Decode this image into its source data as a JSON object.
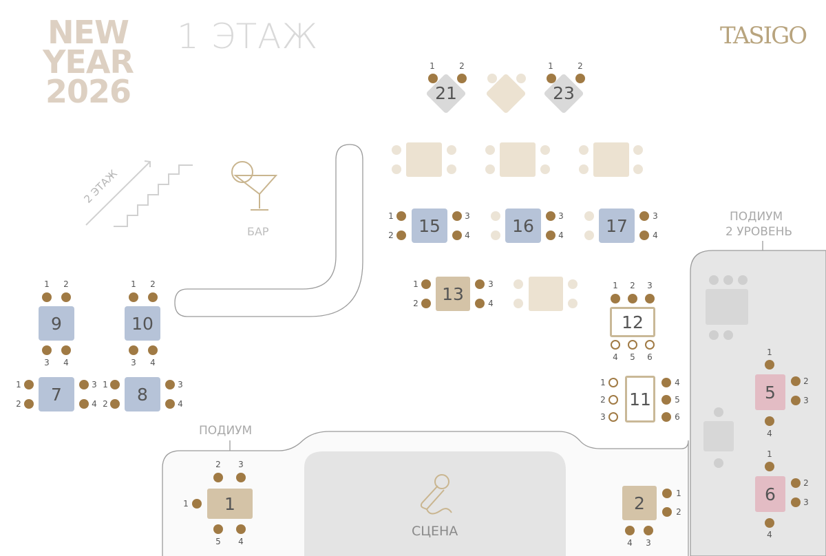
{
  "header": {
    "event_line1": "NEW",
    "event_line2": "YEAR",
    "event_line3": "2026",
    "floor_title": "1 ЭТАЖ",
    "logo": "TASIGO"
  },
  "labels": {
    "stairs": "2 ЭТАЖ",
    "bar": "БАР",
    "podium": "ПОДИУМ",
    "podium2_line1": "ПОДИУМ",
    "podium2_line2": "2 УРОВЕНЬ",
    "stage": "СЦЕНА"
  },
  "icons": [
    "stairs-icon",
    "cocktail-icon",
    "microphone-icon"
  ],
  "tables": {
    "t1": "1",
    "t2": "2",
    "t5": "5",
    "t6": "6",
    "t7": "7",
    "t8": "8",
    "t9": "9",
    "t10": "10",
    "t11": "11",
    "t12": "12",
    "t13": "13",
    "t15": "15",
    "t16": "16",
    "t17": "17",
    "t21": "21",
    "t23": "23"
  },
  "seat_numbers": {
    "n1": "1",
    "n2": "2",
    "n3": "3",
    "n4": "4",
    "n5": "5",
    "n6": "6"
  },
  "colors": {
    "booked_blue": "#b6c3d8",
    "available_tan": "#d4c3a7",
    "vip_pink": "#e3bcc4",
    "seat": "#a07a44",
    "podium_grey": "#e6e6e6"
  }
}
